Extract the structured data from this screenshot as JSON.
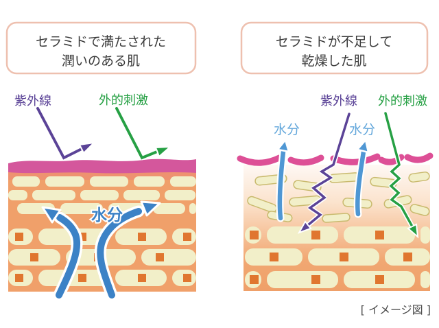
{
  "left_panel": {
    "title_line1": "セラミドで満たされた",
    "title_line2": "潤いのある肌",
    "uv_label": "紫外線",
    "stimulus_label": "外的刺激",
    "moisture_label": "水分"
  },
  "right_panel": {
    "title_line1": "セラミドが不足して",
    "title_line2": "乾燥した肌",
    "uv_label": "紫外線",
    "stimulus_label": "外的刺激",
    "moisture_label_1": "水分",
    "moisture_label_2": "水分"
  },
  "footer": {
    "caption": "[ イメージ図 ]"
  },
  "colors": {
    "skin_surface_pink": "#d4579c",
    "broken_surface_pink": "#dd4f96",
    "dermis_orange": "#f0a06a",
    "salmon_strip": "#ee9270",
    "cell_cream": "#f2efc9",
    "cell_outline_tan": "#c9ba6e",
    "nucleus_orange": "#e0762f",
    "uv_purple": "#5b4397",
    "stimulus_green": "#26a044",
    "moisture_blue": "#3c82c6",
    "moisture_blue_light": "#63a7db",
    "moisture_blue_arrow": "#4f97d4",
    "title_border_salmon": "#eec0af",
    "title_text": "#3b3b3b",
    "caption_gray": "#4d4d4d"
  }
}
